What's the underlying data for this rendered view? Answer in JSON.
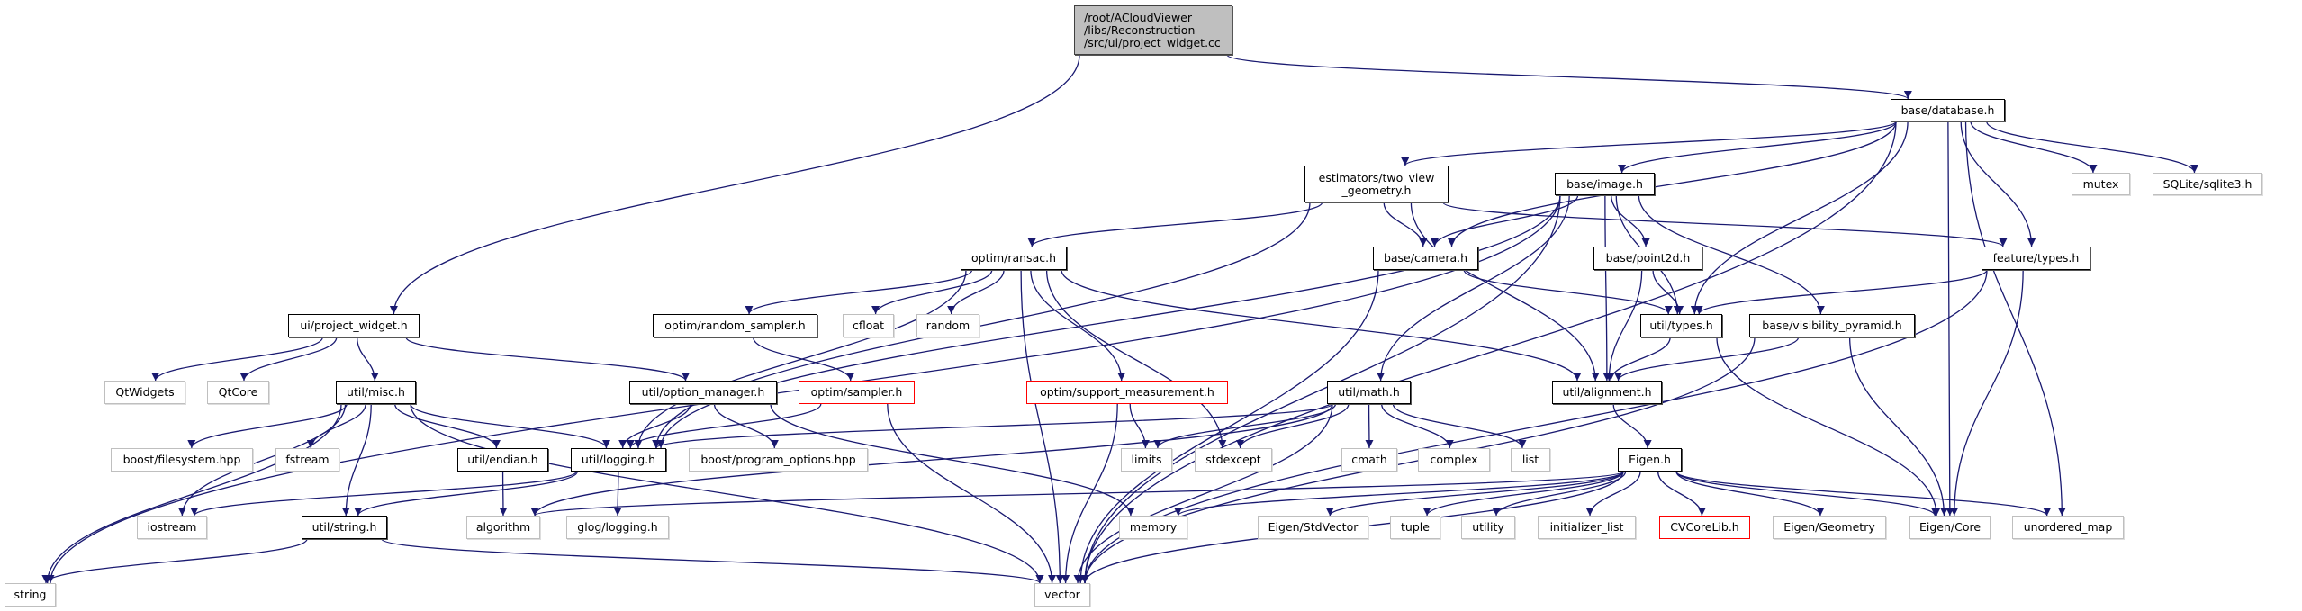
{
  "edge_color": "#191970",
  "nodes": [
    {
      "id": "root",
      "label": "/root/ACloudViewer\n/libs/Reconstruction\n/src/ui/project_widget.cc",
      "style": "root"
    },
    {
      "id": "database",
      "label": "base/database.h",
      "style": "documented"
    },
    {
      "id": "twoview",
      "label": "estimators/two_view\n_geometry.h",
      "style": "documented"
    },
    {
      "id": "image",
      "label": "base/image.h",
      "style": "documented"
    },
    {
      "id": "mutex",
      "label": "mutex",
      "style": "external"
    },
    {
      "id": "sqlite",
      "label": "SQLite/sqlite3.h",
      "style": "external"
    },
    {
      "id": "ransac",
      "label": "optim/ransac.h",
      "style": "documented"
    },
    {
      "id": "camera",
      "label": "base/camera.h",
      "style": "documented"
    },
    {
      "id": "point2d",
      "label": "base/point2d.h",
      "style": "documented"
    },
    {
      "id": "ftypes",
      "label": "feature/types.h",
      "style": "documented"
    },
    {
      "id": "pwidget",
      "label": "ui/project_widget.h",
      "style": "documented"
    },
    {
      "id": "rsampler",
      "label": "optim/random_sampler.h",
      "style": "documented"
    },
    {
      "id": "cfloat",
      "label": "cfloat",
      "style": "external"
    },
    {
      "id": "random",
      "label": "random",
      "style": "external"
    },
    {
      "id": "utypes",
      "label": "util/types.h",
      "style": "documented"
    },
    {
      "id": "vispyr",
      "label": "base/visibility_pyramid.h",
      "style": "documented"
    },
    {
      "id": "qtwidgets",
      "label": "QtWidgets",
      "style": "external"
    },
    {
      "id": "qtcore",
      "label": "QtCore",
      "style": "external"
    },
    {
      "id": "misc",
      "label": "util/misc.h",
      "style": "documented"
    },
    {
      "id": "optmgr",
      "label": "util/option_manager.h",
      "style": "documented"
    },
    {
      "id": "sampler",
      "label": "optim/sampler.h",
      "style": "undocumented"
    },
    {
      "id": "supp",
      "label": "optim/support_measurement.h",
      "style": "undocumented"
    },
    {
      "id": "math",
      "label": "util/math.h",
      "style": "documented"
    },
    {
      "id": "align",
      "label": "util/alignment.h",
      "style": "documented"
    },
    {
      "id": "bfs",
      "label": "boost/filesystem.hpp",
      "style": "external"
    },
    {
      "id": "fstream",
      "label": "fstream",
      "style": "external"
    },
    {
      "id": "endian",
      "label": "util/endian.h",
      "style": "documented"
    },
    {
      "id": "logging",
      "label": "util/logging.h",
      "style": "documented"
    },
    {
      "id": "bpo",
      "label": "boost/program_options.hpp",
      "style": "external"
    },
    {
      "id": "limits",
      "label": "limits",
      "style": "external"
    },
    {
      "id": "stdexcept",
      "label": "stdexcept",
      "style": "external"
    },
    {
      "id": "cmath",
      "label": "cmath",
      "style": "external"
    },
    {
      "id": "complex",
      "label": "complex",
      "style": "external"
    },
    {
      "id": "list",
      "label": "list",
      "style": "external"
    },
    {
      "id": "eigenh",
      "label": "Eigen.h",
      "style": "documented"
    },
    {
      "id": "iostream",
      "label": "iostream",
      "style": "external"
    },
    {
      "id": "ustring",
      "label": "util/string.h",
      "style": "documented"
    },
    {
      "id": "algorithm",
      "label": "algorithm",
      "style": "external"
    },
    {
      "id": "glog",
      "label": "glog/logging.h",
      "style": "external"
    },
    {
      "id": "memory",
      "label": "memory",
      "style": "external"
    },
    {
      "id": "stdvector",
      "label": "Eigen/StdVector",
      "style": "external"
    },
    {
      "id": "tuple",
      "label": "tuple",
      "style": "external"
    },
    {
      "id": "utility",
      "label": "utility",
      "style": "external"
    },
    {
      "id": "initlist",
      "label": "initializer_list",
      "style": "external"
    },
    {
      "id": "cvcore",
      "label": "CVCoreLib.h",
      "style": "undocumented"
    },
    {
      "id": "geometry",
      "label": "Eigen/Geometry",
      "style": "external"
    },
    {
      "id": "ecore",
      "label": "Eigen/Core",
      "style": "external"
    },
    {
      "id": "umap",
      "label": "unordered_map",
      "style": "external"
    },
    {
      "id": "string",
      "label": "string",
      "style": "external"
    },
    {
      "id": "vector",
      "label": "vector",
      "style": "external"
    }
  ],
  "edges": [
    [
      "root",
      "pwidget"
    ],
    [
      "root",
      "database"
    ],
    [
      "database",
      "twoview"
    ],
    [
      "database",
      "image"
    ],
    [
      "database",
      "camera"
    ],
    [
      "database",
      "utypes"
    ],
    [
      "database",
      "ecore"
    ],
    [
      "database",
      "mutex"
    ],
    [
      "database",
      "sqlite"
    ],
    [
      "database",
      "ftypes"
    ],
    [
      "database",
      "umap"
    ],
    [
      "database",
      "vector"
    ],
    [
      "twoview",
      "ransac"
    ],
    [
      "twoview",
      "camera"
    ],
    [
      "twoview",
      "align"
    ],
    [
      "twoview",
      "ftypes"
    ],
    [
      "twoview",
      "logging"
    ],
    [
      "image",
      "camera"
    ],
    [
      "image",
      "point2d"
    ],
    [
      "image",
      "utypes"
    ],
    [
      "image",
      "vispyr"
    ],
    [
      "image",
      "align"
    ],
    [
      "image",
      "math"
    ],
    [
      "image",
      "vector"
    ],
    [
      "image",
      "logging"
    ],
    [
      "image",
      "string"
    ],
    [
      "ransac",
      "rsampler"
    ],
    [
      "ransac",
      "cfloat"
    ],
    [
      "ransac",
      "random"
    ],
    [
      "ransac",
      "vector"
    ],
    [
      "ransac",
      "supp"
    ],
    [
      "ransac",
      "stdexcept"
    ],
    [
      "ransac",
      "align"
    ],
    [
      "ransac",
      "logging"
    ],
    [
      "camera",
      "utypes"
    ],
    [
      "camera",
      "vector"
    ],
    [
      "point2d",
      "utypes"
    ],
    [
      "point2d",
      "align"
    ],
    [
      "ftypes",
      "utypes"
    ],
    [
      "ftypes",
      "ecore"
    ],
    [
      "ftypes",
      "vector"
    ],
    [
      "utypes",
      "align"
    ],
    [
      "utypes",
      "ecore"
    ],
    [
      "vispyr",
      "align"
    ],
    [
      "vispyr",
      "ecore"
    ],
    [
      "vispyr",
      "vector"
    ],
    [
      "pwidget",
      "qtwidgets"
    ],
    [
      "pwidget",
      "qtcore"
    ],
    [
      "pwidget",
      "misc"
    ],
    [
      "pwidget",
      "optmgr"
    ],
    [
      "rsampler",
      "sampler"
    ],
    [
      "sampler",
      "logging"
    ],
    [
      "sampler",
      "vector"
    ],
    [
      "optmgr",
      "logging"
    ],
    [
      "optmgr",
      "bpo"
    ],
    [
      "optmgr",
      "memory"
    ],
    [
      "supp",
      "limits"
    ],
    [
      "supp",
      "vector"
    ],
    [
      "math",
      "logging"
    ],
    [
      "math",
      "limits"
    ],
    [
      "math",
      "stdexcept"
    ],
    [
      "math",
      "cmath"
    ],
    [
      "math",
      "complex"
    ],
    [
      "math",
      "list"
    ],
    [
      "math",
      "algorithm"
    ],
    [
      "math",
      "vector"
    ],
    [
      "align",
      "eigenh"
    ],
    [
      "misc",
      "string"
    ],
    [
      "misc",
      "iostream"
    ],
    [
      "misc",
      "bfs"
    ],
    [
      "misc",
      "fstream"
    ],
    [
      "misc",
      "endian"
    ],
    [
      "misc",
      "logging"
    ],
    [
      "misc",
      "ustring"
    ],
    [
      "misc",
      "vector"
    ],
    [
      "endian",
      "algorithm"
    ],
    [
      "logging",
      "iostream"
    ],
    [
      "logging",
      "ustring"
    ],
    [
      "logging",
      "glog"
    ],
    [
      "ustring",
      "string"
    ],
    [
      "ustring",
      "vector"
    ],
    [
      "eigenh",
      "memory"
    ],
    [
      "eigenh",
      "stdvector"
    ],
    [
      "eigenh",
      "tuple"
    ],
    [
      "eigenh",
      "utility"
    ],
    [
      "eigenh",
      "initlist"
    ],
    [
      "eigenh",
      "cvcore"
    ],
    [
      "eigenh",
      "geometry"
    ],
    [
      "eigenh",
      "ecore"
    ],
    [
      "eigenh",
      "umap"
    ],
    [
      "eigenh",
      "vector"
    ],
    [
      "eigenh",
      "algorithm"
    ]
  ]
}
